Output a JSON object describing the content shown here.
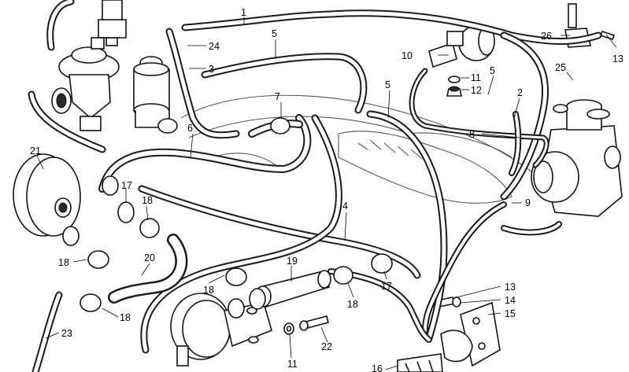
{
  "diagram": {
    "callouts": [
      "1",
      "2",
      "3",
      "4",
      "5",
      "5",
      "5",
      "6",
      "7",
      "8",
      "9",
      "10",
      "11",
      "11",
      "12",
      "13",
      "13",
      "14",
      "15",
      "16",
      "17",
      "17",
      "18",
      "18",
      "18",
      "18",
      "18",
      "19",
      "20",
      "21",
      "22",
      "23",
      "24",
      "25",
      "26"
    ]
  }
}
